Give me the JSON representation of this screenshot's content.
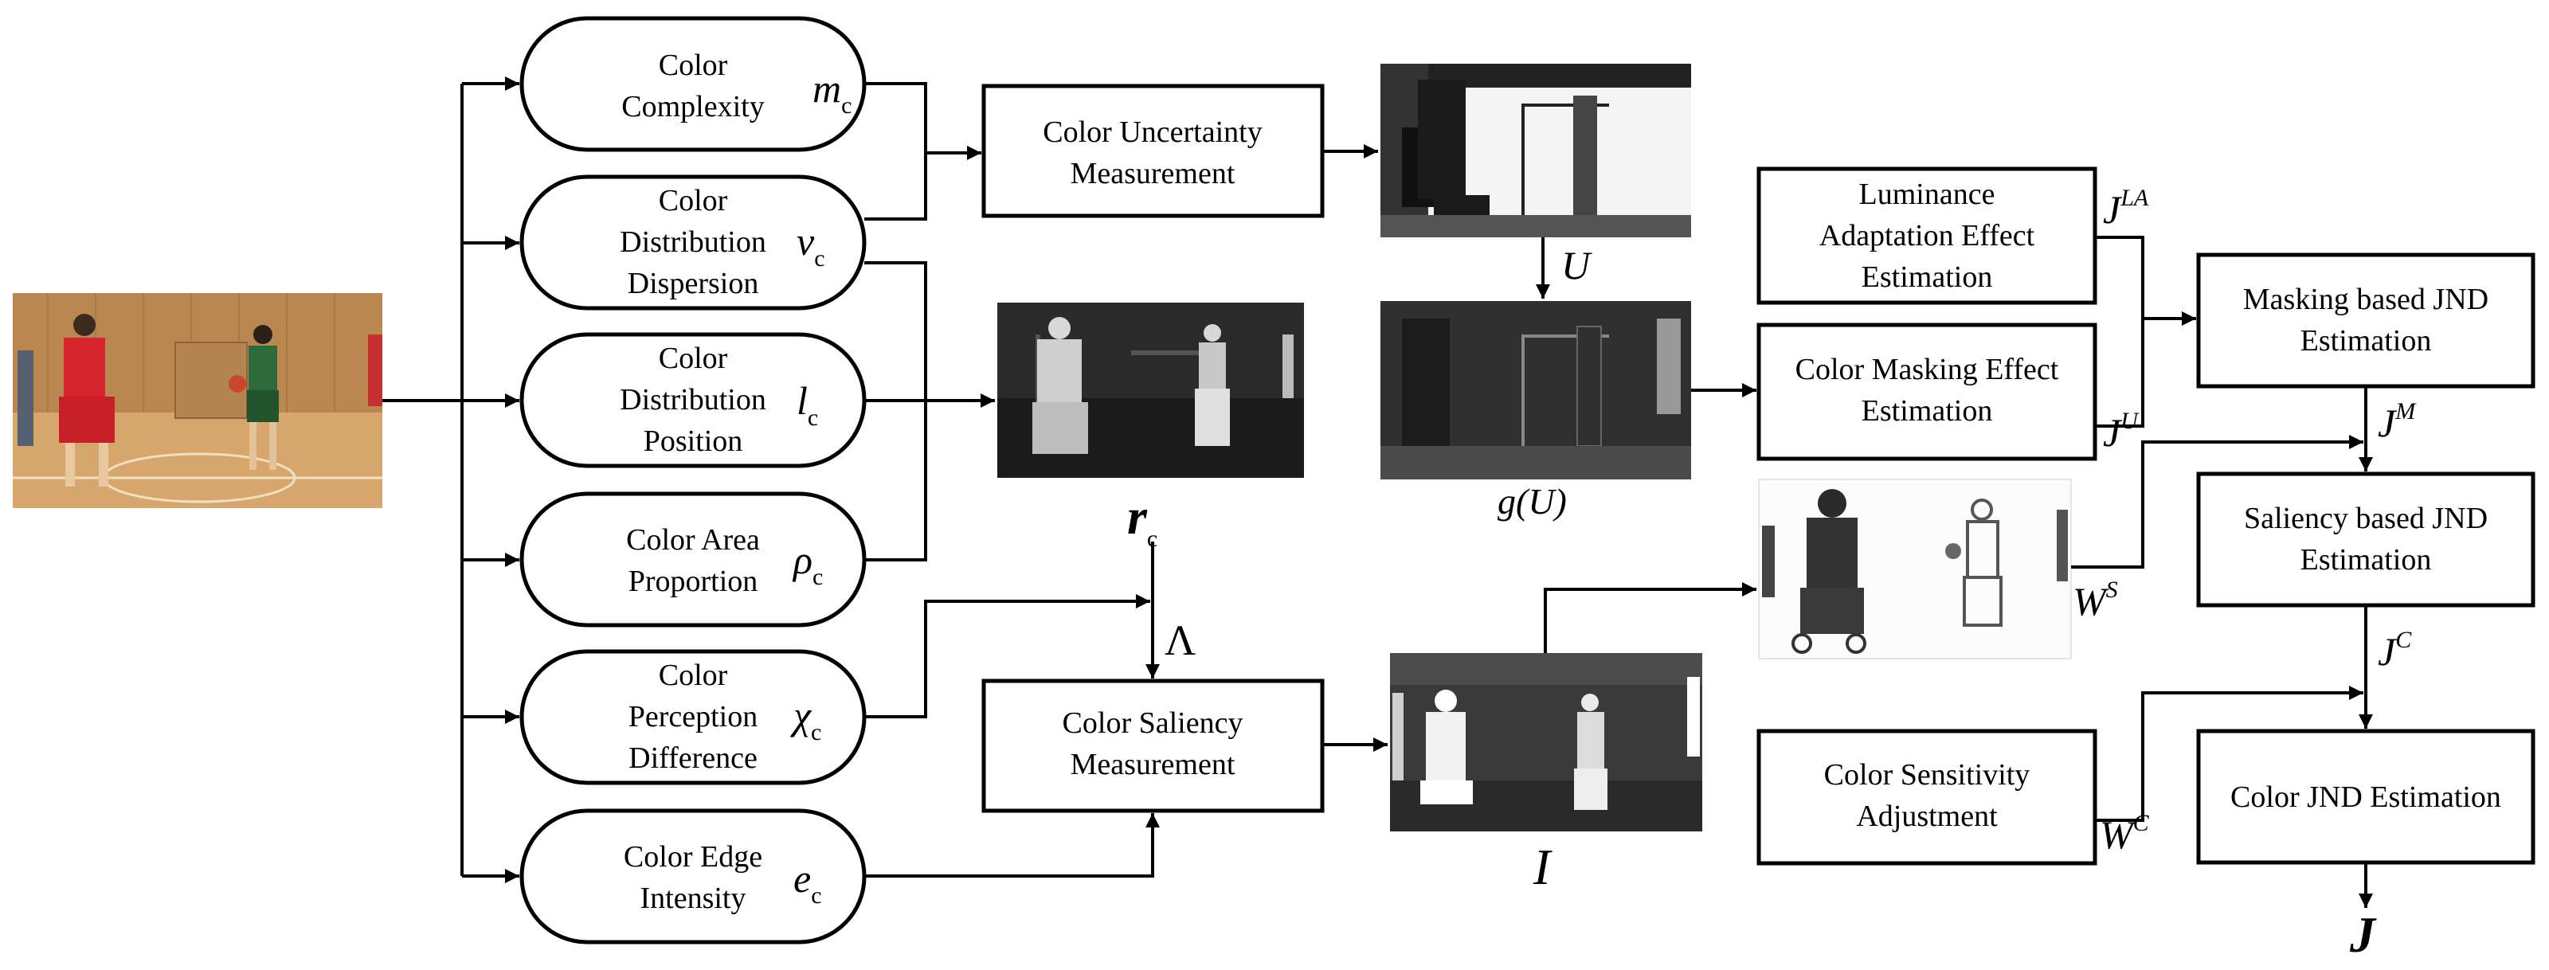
{
  "input_photo": {
    "description_icon": "basketball-court-photo"
  },
  "feature_boxes": [
    {
      "line1": "Color",
      "line2": "Complexity",
      "line3": "",
      "symbol": "m",
      "subscript": "c"
    },
    {
      "line1": "Color",
      "line2": "Distribution",
      "line3": "Dispersion",
      "symbol": "v",
      "subscript": "c"
    },
    {
      "line1": "Color",
      "line2": "Distribution",
      "line3": "Position",
      "symbol": "l",
      "subscript": "c"
    },
    {
      "line1": "Color Area",
      "line2": "Proportion",
      "line3": "",
      "symbol": "ρ",
      "subscript": "c"
    },
    {
      "line1": "Color",
      "line2": "Perception",
      "line3": "Difference",
      "symbol": "χ",
      "subscript": "c"
    },
    {
      "line1": "Color Edge",
      "line2": "Intensity",
      "line3": "",
      "symbol": "e",
      "subscript": "c"
    }
  ],
  "process_boxes": {
    "uncertainty": {
      "line1": "Color Uncertainty",
      "line2": "Measurement"
    },
    "saliency": {
      "line1": "Color Saliency",
      "line2": "Measurement"
    },
    "luminance": {
      "line1": "Luminance",
      "line2": "Adaptation Effect",
      "line3": "Estimation"
    },
    "masking_effect": {
      "line1": "Color Masking Effect",
      "line2": "Estimation"
    },
    "sensitivity": {
      "line1": "Color Sensitivity",
      "line2": "Adjustment"
    },
    "masking_jnd": {
      "line1": "Masking based JND",
      "line2": "Estimation"
    },
    "saliency_jnd": {
      "line1": "Saliency based JND",
      "line2": "Estimation"
    },
    "color_jnd": {
      "line1": "Color JND Estimation"
    }
  },
  "labels": {
    "r_c": {
      "base": "r",
      "sub": "c"
    },
    "U": "U",
    "gU": "g(U)",
    "Lambda": "Λ",
    "I": "I",
    "J_LA": {
      "base": "J",
      "sup": "LA"
    },
    "J_U": {
      "base": "J",
      "sup": "U"
    },
    "J_M": {
      "base": "J",
      "sup": "M"
    },
    "J_C": {
      "base": "J",
      "sup": "C"
    },
    "W_S": {
      "base": "W",
      "sup": "S"
    },
    "W_C": {
      "base": "W",
      "sup": "C"
    },
    "J": "J"
  }
}
